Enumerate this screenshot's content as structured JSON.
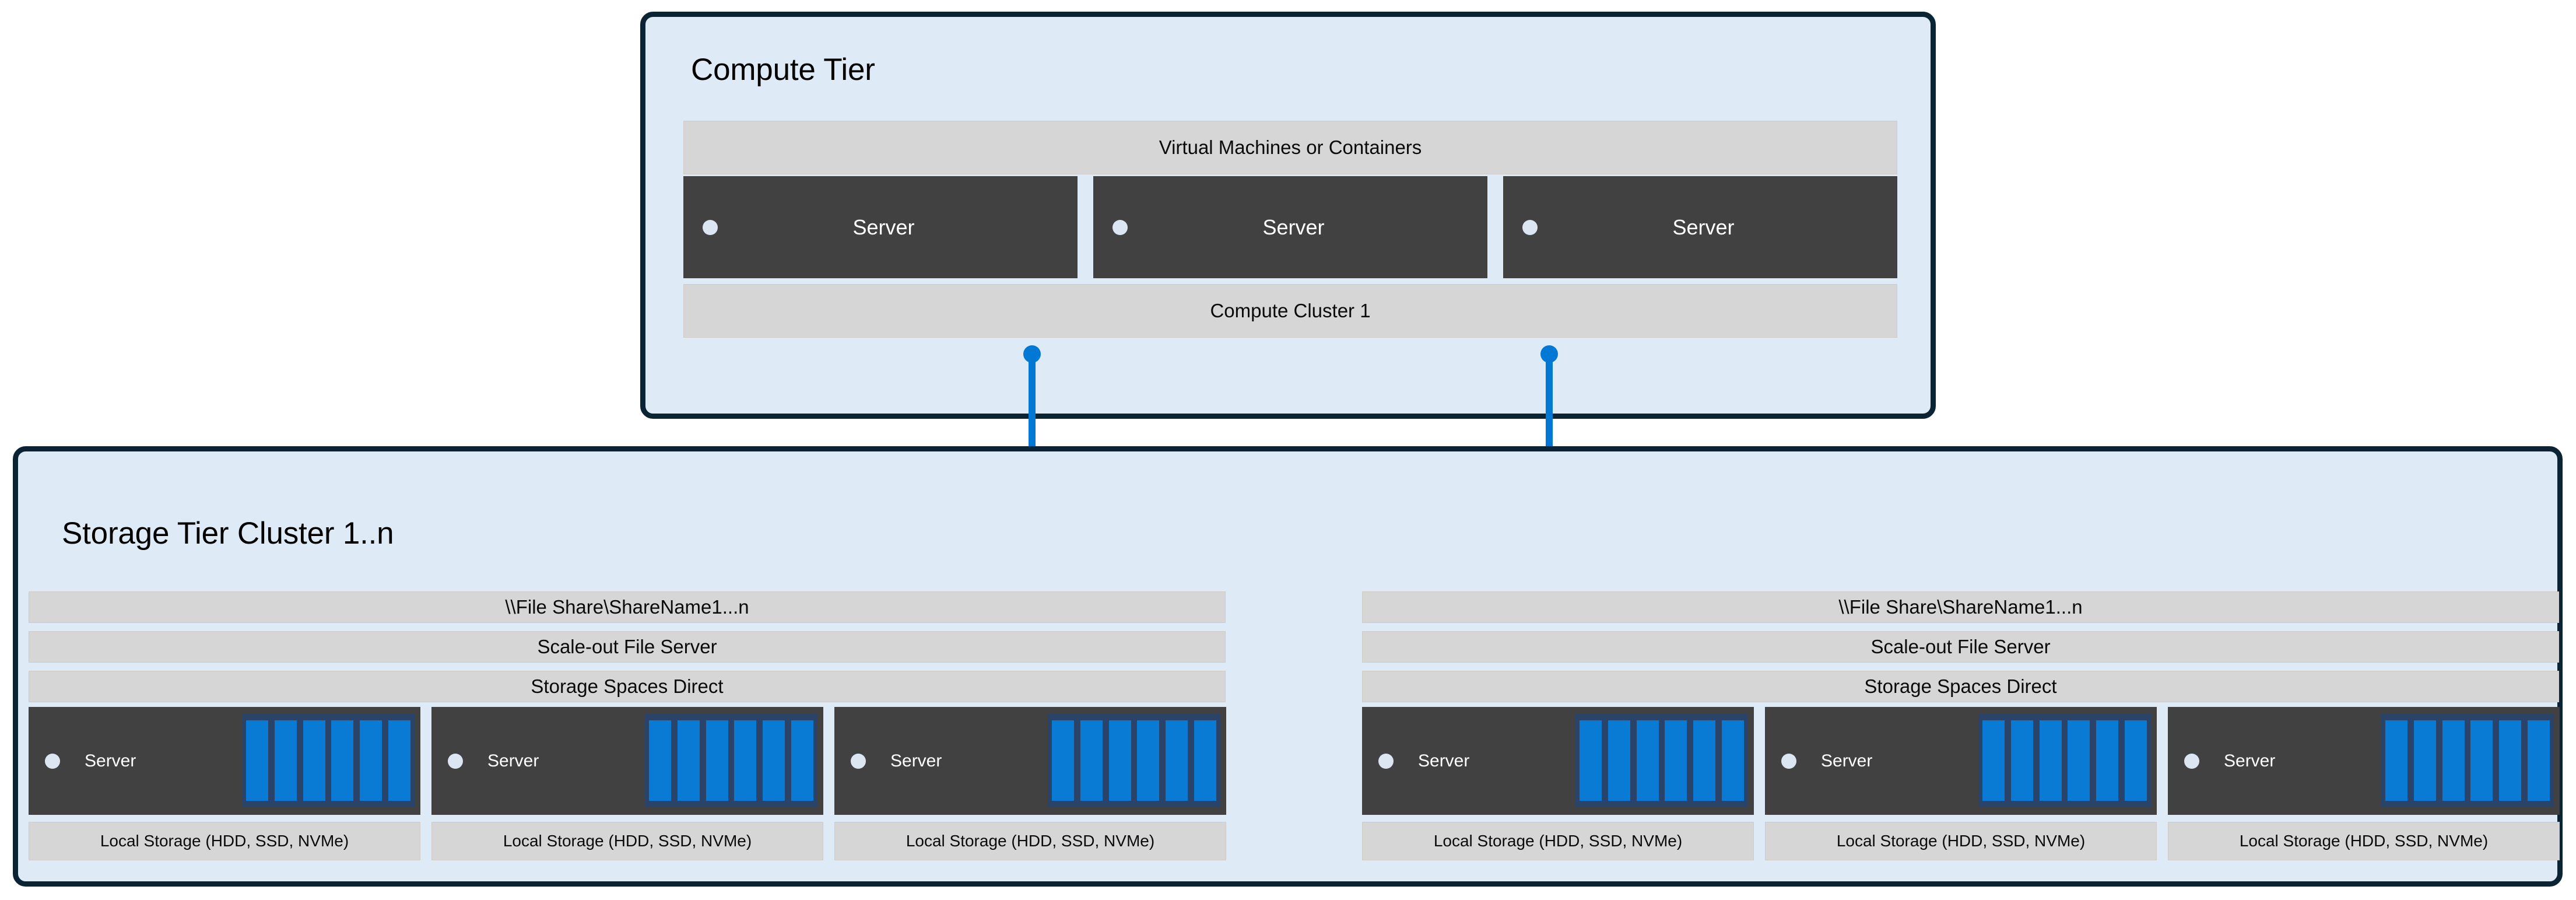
{
  "diagram": {
    "colors": {
      "panel_fill": "#DEEAF6",
      "panel_border": "#0B2433",
      "band_fill": "#D6D6D6",
      "server_fill": "#414141",
      "accent_blue": "#0078D4",
      "drive_fill": "#0A7BD4",
      "drive_bay_fill": "#2A4368",
      "led_fill": "#DCE6F3"
    }
  },
  "compute_tier": {
    "title": "Compute Tier",
    "vm_band_label": "Virtual Machines or Containers",
    "cluster_band_label": "Compute Cluster 1",
    "servers": [
      {
        "label": "Server"
      },
      {
        "label": "Server"
      },
      {
        "label": "Server"
      }
    ]
  },
  "connectors": [
    {
      "name": "compute-to-storage-cluster-1"
    },
    {
      "name": "compute-to-storage-cluster-2"
    }
  ],
  "folders": [
    {
      "name": "file-share-folder-1"
    },
    {
      "name": "file-share-folder-2"
    }
  ],
  "storage_tier": {
    "title": "Storage Tier Cluster 1..n",
    "clusters": [
      {
        "bands": [
          "\\\\File Share\\ShareName1...n",
          "Scale-out File Server",
          "Storage Spaces Direct"
        ],
        "nodes": [
          {
            "label": "Server",
            "drive_count": 6,
            "local_storage": "Local Storage (HDD, SSD, NVMe)"
          },
          {
            "label": "Server",
            "drive_count": 6,
            "local_storage": "Local Storage (HDD, SSD, NVMe)"
          },
          {
            "label": "Server",
            "drive_count": 6,
            "local_storage": "Local Storage (HDD, SSD, NVMe)"
          }
        ]
      },
      {
        "bands": [
          "\\\\File Share\\ShareName1...n",
          "Scale-out File Server",
          "Storage Spaces Direct"
        ],
        "nodes": [
          {
            "label": "Server",
            "drive_count": 6,
            "local_storage": "Local Storage (HDD, SSD, NVMe)"
          },
          {
            "label": "Server",
            "drive_count": 6,
            "local_storage": "Local Storage (HDD, SSD, NVMe)"
          },
          {
            "label": "Server",
            "drive_count": 6,
            "local_storage": "Local Storage (HDD, SSD, NVMe)"
          }
        ]
      }
    ]
  }
}
